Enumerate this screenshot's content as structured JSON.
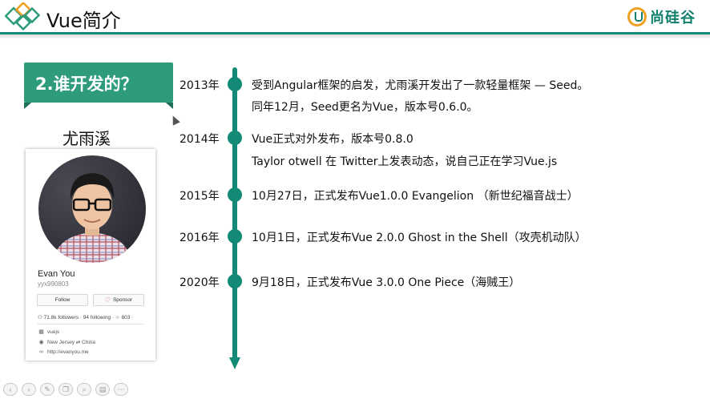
{
  "header": {
    "title": "Vue简介",
    "brand": "尚硅谷",
    "brand_color": "#12806d",
    "accent_color": "#138a76"
  },
  "badge": {
    "text": "2.谁开发的？"
  },
  "person": {
    "name": "尤雨溪"
  },
  "profile_card": {
    "name": "Evan You",
    "handle": "yyx990803",
    "follow_label": "Follow",
    "sponsor_label": "Sponsor",
    "stats": "71.8k followers · 94 following · ☆ 803",
    "org": "vuejs",
    "location": "New Jersey ⇄ China",
    "url": "http://evanyou.me"
  },
  "timeline": [
    {
      "year": "2013年",
      "lines": [
        "受到Angular框架的启发，尤雨溪开发出了一款轻量框架 — Seed。",
        "同年12月，Seed更名为Vue，版本号0.6.0。"
      ]
    },
    {
      "year": "2014年",
      "lines": [
        "Vue正式对外发布，版本号0.8.0",
        "Taylor otwell 在 Twitter上发表动态，说自己正在学习Vue.js"
      ]
    },
    {
      "year": "2015年",
      "lines": [
        "10月27日，正式发布Vue1.0.0 Evangelion （新世纪福音战士）"
      ]
    },
    {
      "year": "2016年",
      "lines": [
        "10月1日，正式发布Vue 2.0.0 Ghost in the Shell（攻壳机动队）"
      ]
    },
    {
      "year": "2020年",
      "lines": [
        "9月18日，正式发布Vue 3.0.0 One Piece（海贼王）"
      ]
    }
  ],
  "footer_icons": [
    "prev-icon",
    "next-icon",
    "pen-icon",
    "copy-icon",
    "zoom-icon",
    "grid-icon",
    "more-icon"
  ]
}
